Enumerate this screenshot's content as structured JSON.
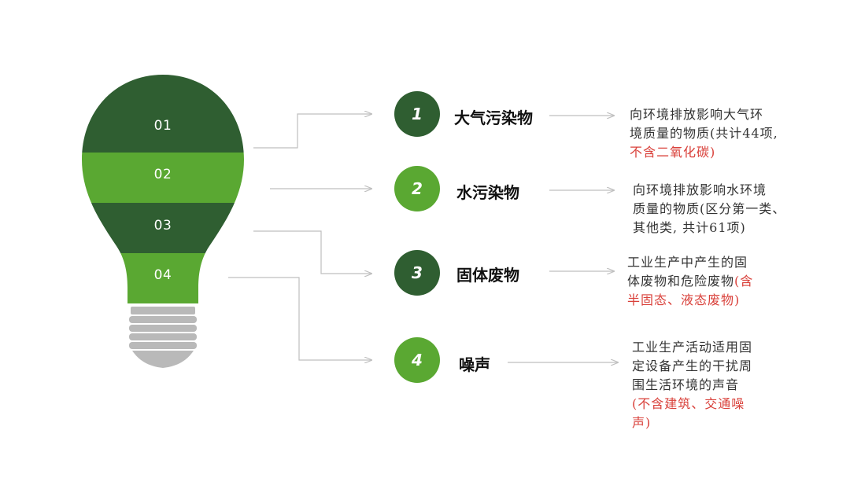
{
  "colors": {
    "dark_green": "#2f5e31",
    "light_green": "#5aa832",
    "socket_gray": "#b9b9b9",
    "connector_gray": "#bfbfbf",
    "accent_red": "#d9403a"
  },
  "bulb_bands": [
    {
      "label": "01",
      "color": "dark"
    },
    {
      "label": "02",
      "color": "light"
    },
    {
      "label": "03",
      "color": "dark"
    },
    {
      "label": "04",
      "color": "light"
    }
  ],
  "items": [
    {
      "number": "1",
      "title": "大气污染物",
      "color": "dark",
      "desc_lines": [
        [
          {
            "text": "向环境排放影响大气环"
          }
        ],
        [
          {
            "text": "境质量的物质(共计44项,"
          }
        ],
        [
          {
            "text": "不含二氧化碳)",
            "red": true
          }
        ]
      ]
    },
    {
      "number": "2",
      "title": "水污染物",
      "color": "light",
      "desc_lines": [
        [
          {
            "text": "向环境排放影响水环境"
          }
        ],
        [
          {
            "text": "质量的物质(区分第一类、"
          }
        ],
        [
          {
            "text": "其他类, 共计61项)"
          }
        ]
      ]
    },
    {
      "number": "3",
      "title": "固体废物",
      "color": "dark",
      "desc_lines": [
        [
          {
            "text": "工业生产中产生的固"
          }
        ],
        [
          {
            "text": "体废物和危险废物"
          },
          {
            "text": "(含",
            "red": true
          }
        ],
        [
          {
            "text": "半固态、液态废物)",
            "red": true
          }
        ]
      ]
    },
    {
      "number": "4",
      "title": "噪声",
      "color": "light",
      "desc_lines": [
        [
          {
            "text": "工业生产活动适用固"
          }
        ],
        [
          {
            "text": "定设备产生的干扰周"
          }
        ],
        [
          {
            "text": "围生活环境的声音"
          }
        ],
        [
          {
            "text": "(不含建筑、交通噪",
            "red": true
          }
        ],
        [
          {
            "text": "声)",
            "red": true
          }
        ]
      ]
    }
  ]
}
